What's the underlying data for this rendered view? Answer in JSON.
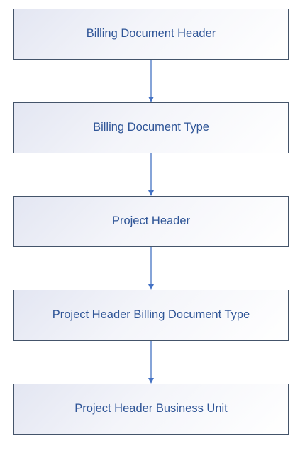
{
  "diagram": {
    "nodes": [
      {
        "label": "Billing Document Header"
      },
      {
        "label": "Billing Document Type"
      },
      {
        "label": "Project Header"
      },
      {
        "label": "Project Header Billing Document Type"
      },
      {
        "label": "Project Header Business Unit"
      }
    ],
    "colors": {
      "box_border": "#44546a",
      "box_fill_start": "#e3e6f2",
      "box_fill_end": "#ffffff",
      "label_text": "#2f5597",
      "connector": "#4472c4"
    }
  }
}
